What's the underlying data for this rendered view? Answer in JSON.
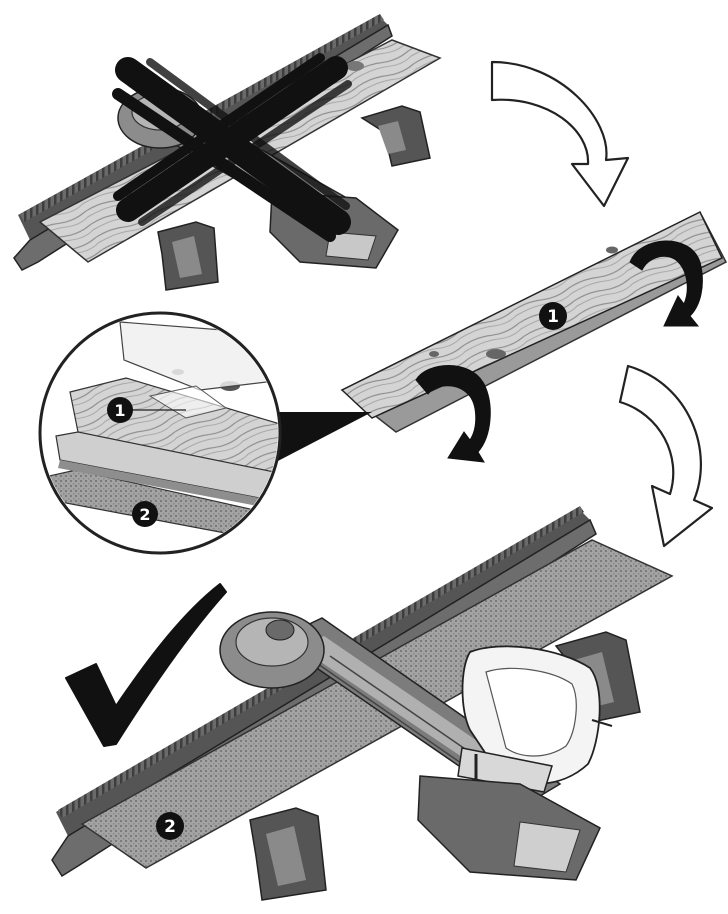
{
  "colors": {
    "background": "#ffffff",
    "outline": "#1a1a1a",
    "rail_dark": "#4a4a4a",
    "rail_mid": "#6e6e6e",
    "rail_light": "#9a9a9a",
    "wood": "#cfcfcf",
    "wood_grain": "#8a8a8a",
    "wood_knot": "#6a6a6a",
    "underside": "#8f8f8f",
    "badge_fill": "#111111",
    "badge_text": "#ffffff",
    "cross_mark": "#111111",
    "check_mark": "#111111"
  },
  "icons": {
    "cross": "cross-mark-icon",
    "check": "check-mark-icon",
    "flow_arrow": "curved-flow-arrow-icon",
    "flip_arrow": "flip-rotation-arrow-icon"
  },
  "labels": {
    "callout_top_side": "1",
    "callout_bottom_side": "2",
    "board_top_side": "1",
    "board_bottom_side": "2"
  }
}
